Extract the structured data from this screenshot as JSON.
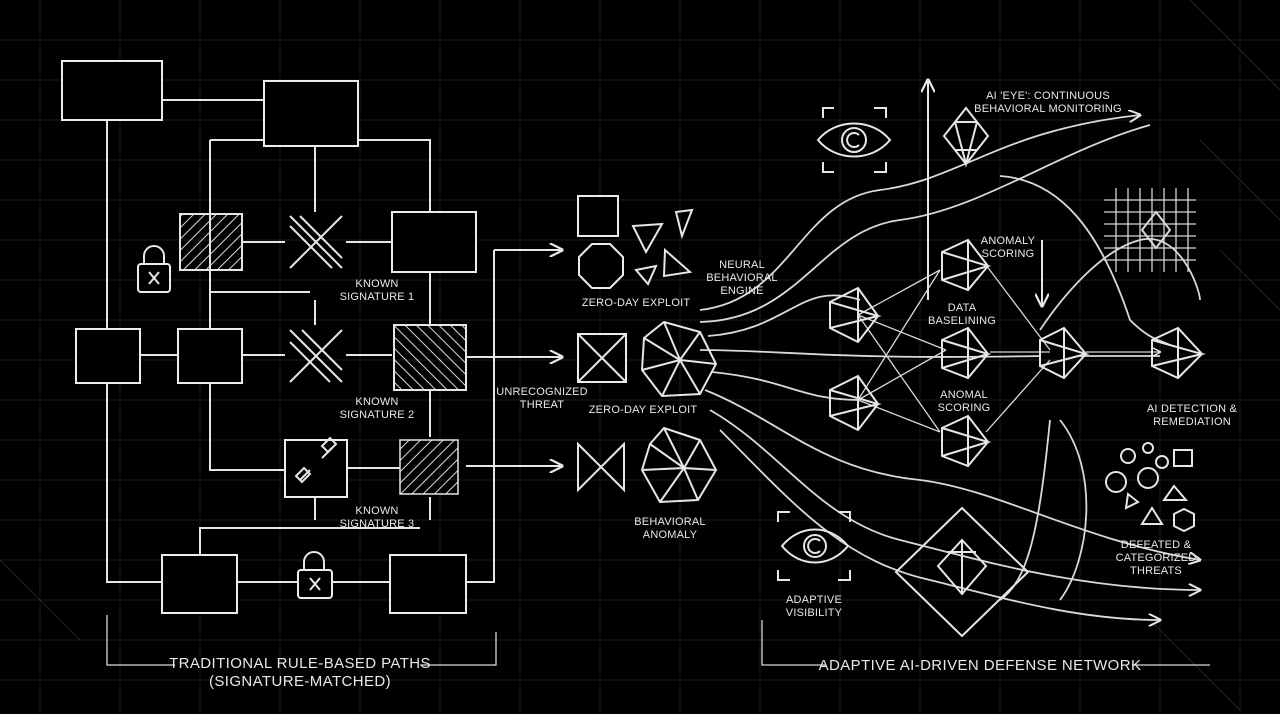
{
  "left": {
    "title_line1": "TRADITIONAL RULE-BASED PATHS",
    "title_line2": "(SIGNATURE-MATCHED)",
    "sig1_line1": "KNOWN",
    "sig1_line2": "SIGNATURE 1",
    "sig2_line1": "KNOWN",
    "sig2_line2": "SIGNATURE 2",
    "sig3_line1": "KNOWN",
    "sig3_line2": "SIGNATURE 3"
  },
  "middle": {
    "unrec_line1": "UNRECOGNIZED",
    "unrec_line2": "THREAT",
    "zero_day_1": "ZERO-DAY EXPLOIT",
    "zero_day_2": "ZERO-DAY EXPLOIT",
    "anomaly_line1": "BEHAVIORAL",
    "anomaly_line2": "ANOMALY"
  },
  "right": {
    "title": "ADAPTIVE AI-DRIVEN DEFENSE NETWORK",
    "neural_line1": "NEURAL",
    "neural_line2": "BEHAVIORAL",
    "neural_line3": "ENGINE",
    "eye_line1": "AI 'EYE': CONTINUOUS",
    "eye_line2": "BEHAVIORAL MONITORING",
    "score1_line1": "ANOMALY",
    "score1_line2": "SCORING",
    "baseline_line1": "DATA",
    "baseline_line2": "BASELINING",
    "score2_line1": "ANOMAL",
    "score2_line2": "SCORING",
    "detect_line1": "AI DETECTION &",
    "detect_line2": "REMEDIATION",
    "defeated_line1": "DEFEATED &",
    "defeated_line2": "CATEGORIZED",
    "defeated_line3": "THREATS",
    "visibility_line1": "ADAPTIVE",
    "visibility_line2": "VISIBILITY"
  }
}
